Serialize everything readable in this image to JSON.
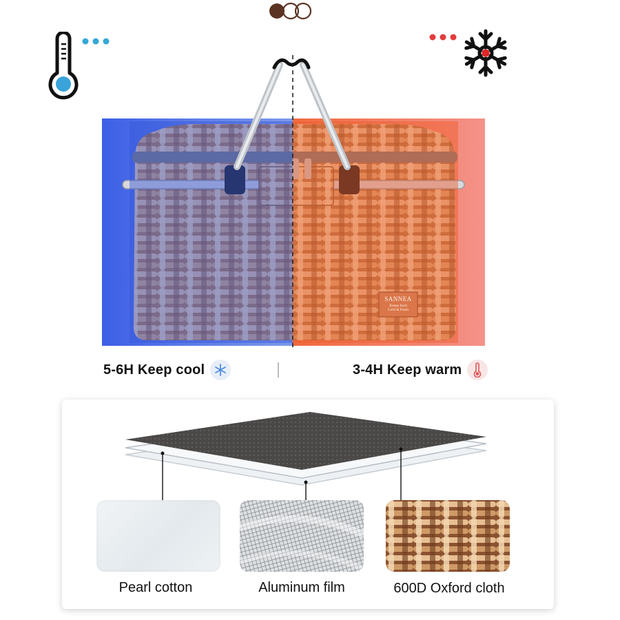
{
  "captions": {
    "cool": "5-6H Keep cool",
    "warm": "3-4H Keep warm"
  },
  "brand_tag": {
    "name": "SANNEA",
    "line1": "Keeps food",
    "line2": "Cold & Fresh"
  },
  "materials": [
    {
      "label": "Pearl cotton",
      "icon": "pearl-cotton-swatch"
    },
    {
      "label": "Aluminum film",
      "icon": "aluminum-film-swatch"
    },
    {
      "label": "600D Oxford cloth",
      "icon": "oxford-cloth-swatch"
    }
  ],
  "icons": {
    "thermometer": "thermometer-icon",
    "snowflake": "snowflake-icon",
    "color_options": "color-swatch-icon"
  },
  "colors": {
    "cool_blue": "#3b66e0",
    "warm_red": "#ef5a3a",
    "accent_blue_dot": "#35a8d6",
    "accent_red_dot": "#e23b3b",
    "swatch_brown": "#5a3322",
    "swatch_tan": "#b98660"
  }
}
